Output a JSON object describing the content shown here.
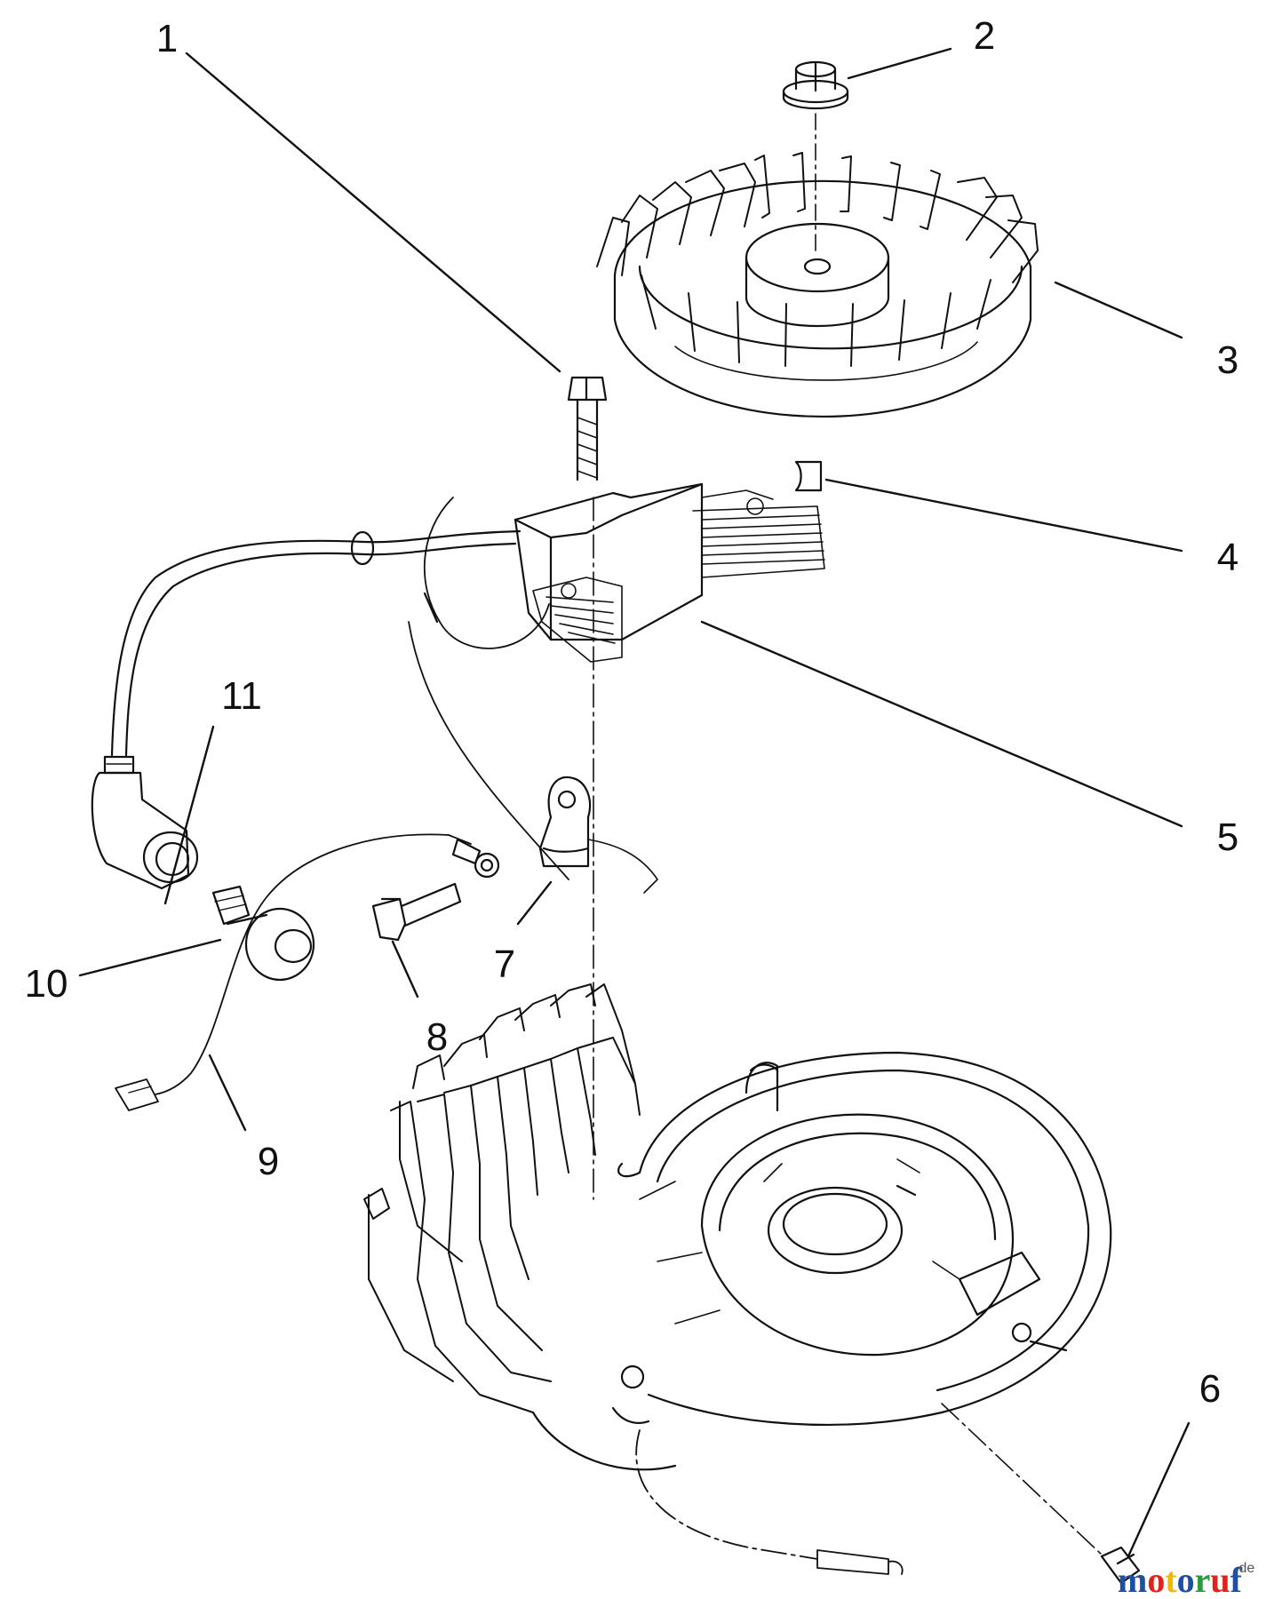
{
  "diagram": {
    "callouts": [
      {
        "label": "1"
      },
      {
        "label": "2"
      },
      {
        "label": "3"
      },
      {
        "label": "4"
      },
      {
        "label": "5"
      },
      {
        "label": "6"
      },
      {
        "label": "7"
      },
      {
        "label": "8"
      },
      {
        "label": "9"
      },
      {
        "label": "10"
      },
      {
        "label": "11"
      }
    ]
  },
  "watermark": {
    "letters": [
      "m",
      "o",
      "t",
      "o",
      "r",
      "u",
      "f"
    ],
    "letter_colors": [
      "#1f4fa3",
      "#e2231a",
      "#f3b800",
      "#1f4fa3",
      "#2b9a3d",
      "#e2231a",
      "#1f4fa3"
    ],
    "suffix": ".de"
  }
}
